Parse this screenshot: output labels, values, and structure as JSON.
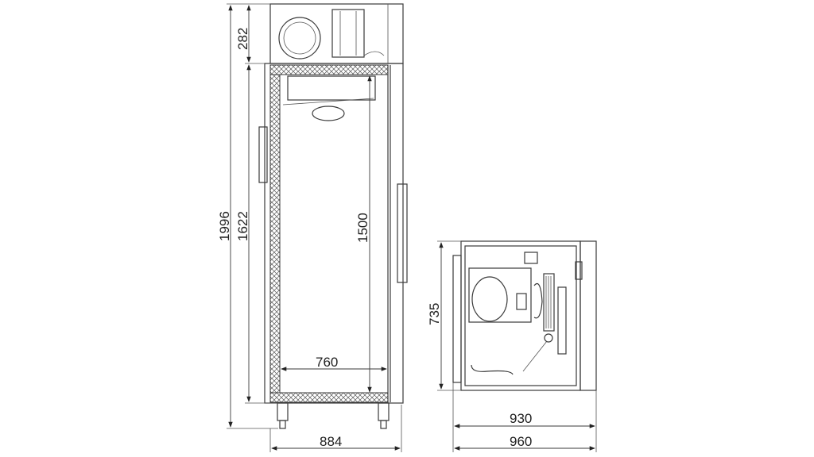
{
  "drawing": {
    "front_view": {
      "dimensions": {
        "overall_height": "1996",
        "body_height": "1622",
        "top_unit_height": "282",
        "inner_height": "1500",
        "inner_width": "760",
        "overall_width": "884"
      }
    },
    "side_view": {
      "dimensions": {
        "height": "735",
        "depth_body": "930",
        "depth_overall": "960"
      }
    }
  },
  "colors": {
    "line": "#3a3a3a",
    "background": "#ffffff"
  }
}
